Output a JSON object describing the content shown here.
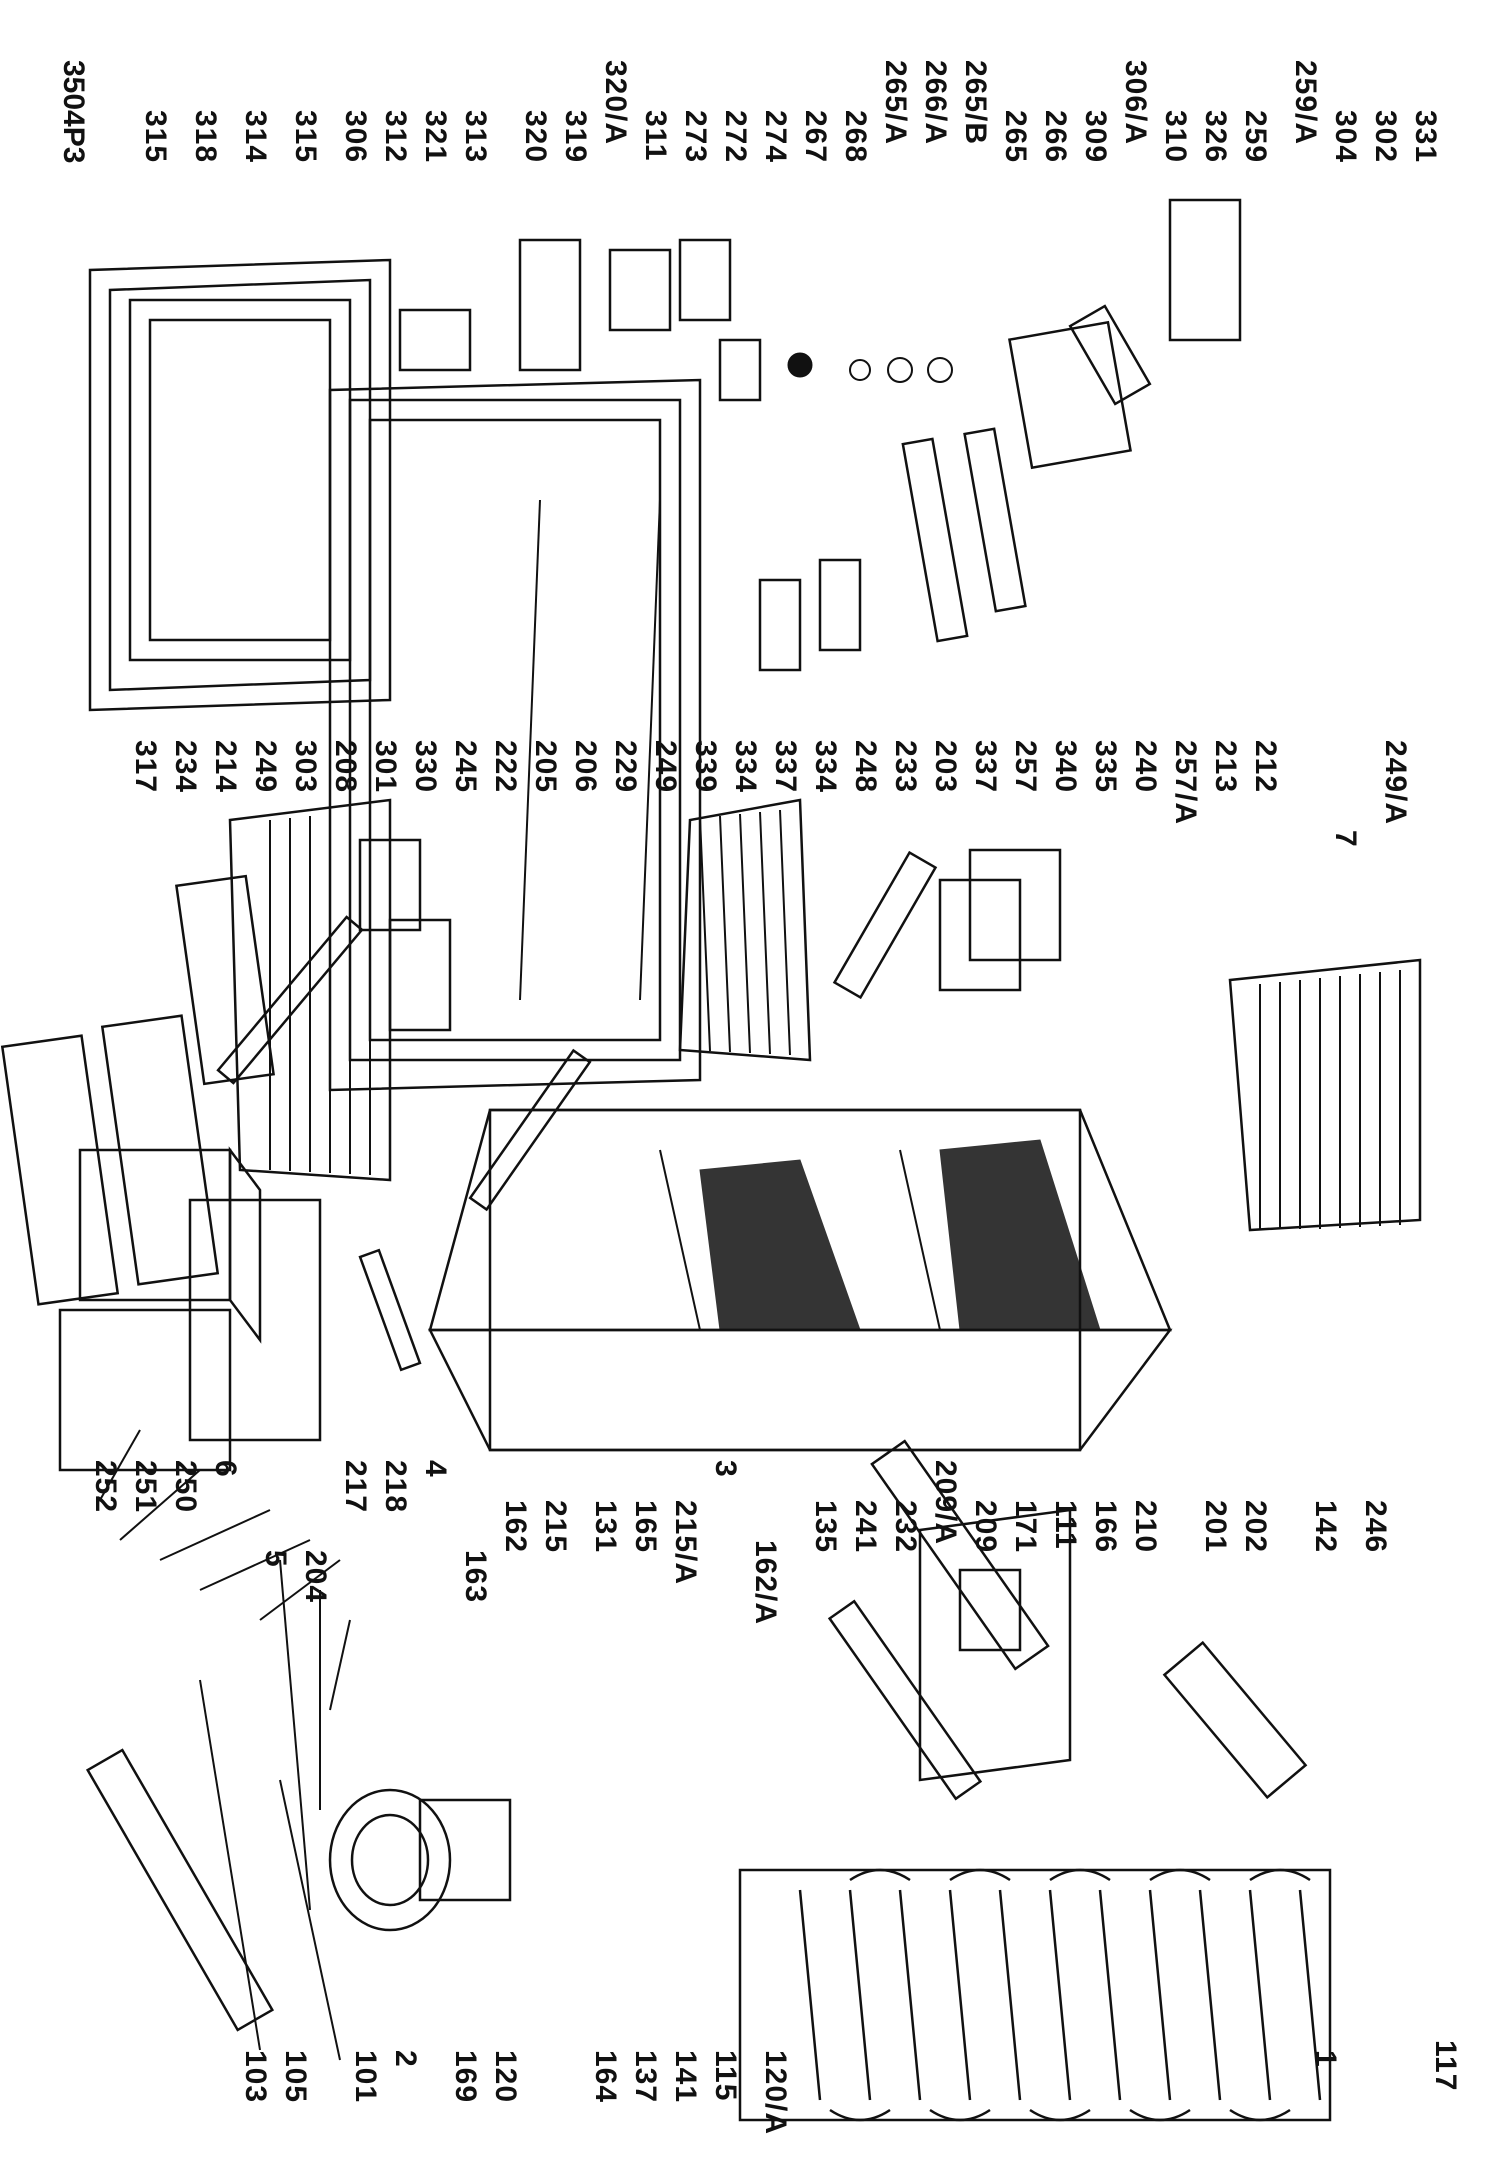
{
  "diagram_code": "3504P3",
  "labels": {
    "top": [
      "117",
      "1",
      "120/A",
      "115",
      "141",
      "137",
      "164",
      "120",
      "169",
      "2",
      "101",
      "105",
      "103"
    ],
    "upper_mid": [
      "142",
      "246",
      "202",
      "201",
      "210",
      "166",
      "111",
      "171",
      "209",
      "209/A",
      "232",
      "241",
      "135",
      "162/A",
      "3",
      "215/A",
      "165",
      "131",
      "215",
      "162",
      "163",
      "4",
      "218",
      "217",
      "204",
      "5",
      "6",
      "250",
      "251",
      "252"
    ],
    "lower_mid": [
      "249/A",
      "7",
      "212",
      "213",
      "257/A",
      "240",
      "335",
      "340",
      "257",
      "337",
      "203",
      "233",
      "248",
      "334",
      "337",
      "334",
      "339",
      "249",
      "229",
      "206",
      "205",
      "222",
      "245",
      "330",
      "301",
      "208",
      "303",
      "249",
      "214",
      "234",
      "317"
    ],
    "bottom": [
      "331",
      "302",
      "304",
      "259/A",
      "259",
      "326",
      "310",
      "306/A",
      "309",
      "266",
      "265",
      "265/B",
      "266/A",
      "265/A",
      "268",
      "267",
      "274",
      "272",
      "273",
      "311",
      "320/A",
      "319",
      "320",
      "313",
      "321",
      "312",
      "306",
      "315",
      "314",
      "318",
      "315"
    ]
  }
}
